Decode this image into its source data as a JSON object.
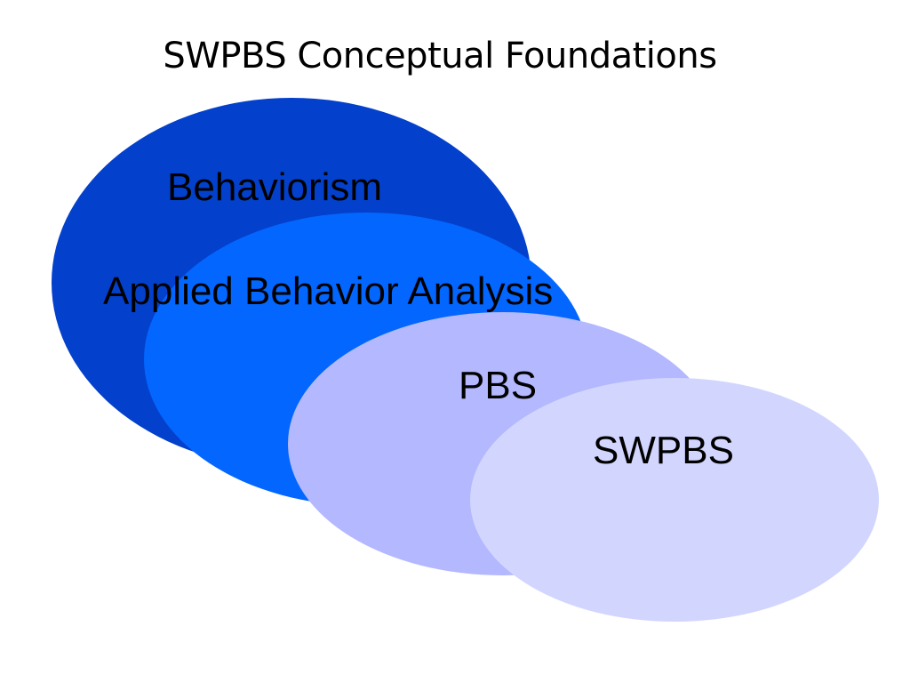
{
  "slide": {
    "title": "SWPBS Conceptual Foundations"
  },
  "diagram": {
    "layers": [
      {
        "label": "Behaviorism",
        "color": "#0340CC"
      },
      {
        "label": "Applied Behavior Analysis",
        "color": "#0366FF"
      },
      {
        "label": "PBS",
        "color": "#B3B8FF"
      },
      {
        "label": "SWPBS",
        "color": "#D2D6FF"
      }
    ]
  }
}
